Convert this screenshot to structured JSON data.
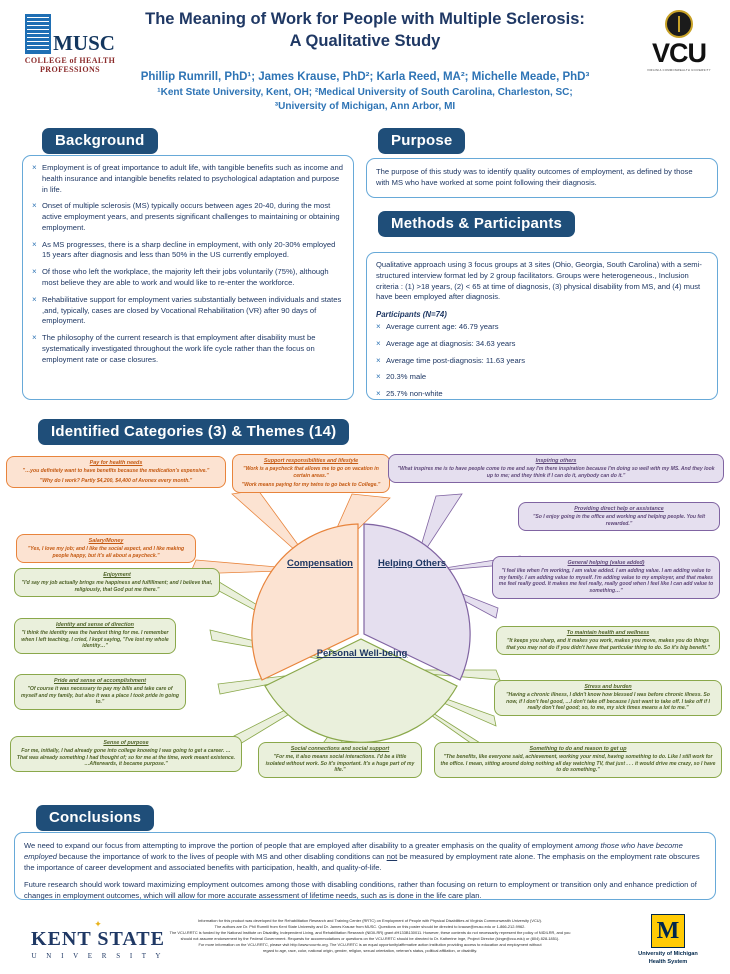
{
  "header": {
    "title_line1": "The Meaning of Work for People with Multiple Sclerosis:",
    "title_line2": "A Qualitative Study",
    "authors": "Phillip Rumrill, PhD¹; James Krause, PhD²; Karla Reed, MA²; Michelle Meade, PhD³",
    "affiliation_line1": "¹Kent State University, Kent, OH; ²Medical University of South Carolina, Charleston, SC;",
    "affiliation_line2": "³University of Michigan, Ann Arbor, MI",
    "musc_logo": {
      "word": "MUSC",
      "sub1": "COLLEGE of HEALTH",
      "sub2": "PROFESSIONS"
    },
    "vcu_logo": {
      "word": "VCU",
      "tagline": "VIRGINIA COMMONWEALTH UNIVERSITY"
    }
  },
  "background": {
    "heading": "Background",
    "bullets": [
      "Employment is of great importance to adult life, with tangible benefits such as income and health insurance and intangible benefits related to psychological adaptation and purpose in life.",
      "Onset of multiple sclerosis (MS) typically occurs between ages 20-40, during the most active employment years, and presents significant challenges to maintaining or obtaining employment.",
      "As MS progresses, there is a sharp decline in employment, with only 20-30% employed 15 years after diagnosis and less than 50% in the US currently employed.",
      "Of those who left the workplace, the majority left their jobs voluntarily (75%), although most believe they are able to work and would like to re-enter the workforce.",
      "Rehabilitative support for employment varies substantially between individuals and states ,and, typically, cases are closed by Vocational Rehabilitation (VR) after 90 days of employment.",
      "The philosophy of the current research is that employment after disability must be systematically investigated throughout the work life cycle rather than the focus on employment rate or case closures."
    ]
  },
  "purpose": {
    "heading": "Purpose",
    "body": "The purpose of this study was to identify quality outcomes of employment, as defined by those with MS who have worked at some point following their diagnosis."
  },
  "methods": {
    "heading": "Methods & Participants",
    "body": "Qualitative approach using 3 focus groups at 3 sites (Ohio, Georgia, South Carolina) with a semi-structured interview format led by 2 group facilitators. Groups were heterogeneous., Inclusion criteria : (1) >18 years, (2) < 65 at time of diagnosis, (3) physical disability from MS, and (4) must have been employed after diagnosis.",
    "participants_heading": "Participants (N=74)",
    "participants": [
      "Average current age: 46.79 years",
      "Average age at diagnosis: 34.63 years",
      "Average time post-diagnosis: 11.63 years",
      "20.3% male",
      "25.7% non-white"
    ]
  },
  "categories": {
    "heading": "Identified Categories (3) & Themes (14)",
    "cores": [
      {
        "label": "Compensation",
        "color": "#E8843C"
      },
      {
        "label": "Helping Others",
        "color": "#8064A2"
      },
      {
        "label": "Personal Well-being",
        "color": "#8AA84B"
      }
    ],
    "themes": [
      {
        "category": "Compensation",
        "title": "Pay for health needs",
        "quotes": [
          "\"…you definitely want to have benefits because the medication's expensive.\"",
          "\"Why do I work?  Partly $4,200, $4,400 of Avonex every month.\""
        ]
      },
      {
        "category": "Compensation",
        "title": "Support responsibilities and lifestyle",
        "quotes": [
          "\"Work is a paycheck that allows me to go on vacation in certain areas.\"",
          "\"Work means paying for my twins to go back to College.\""
        ]
      },
      {
        "category": "Compensation",
        "title": "Salary/Money",
        "quotes": [
          "\"Yes, I love my job; and I like the social aspect, and I like making people happy, but it's all about a paycheck.\""
        ]
      },
      {
        "category": "Helping Others",
        "title": "Inspiring others",
        "quotes": [
          "\"What inspires me is to have people come to me and say I'm there inspiration because I'm doing so well with my MS.  And they look up to me; and they think if I can do it, anybody can do it.\""
        ]
      },
      {
        "category": "Helping Others",
        "title": "Providing direct help or assistance",
        "quotes": [
          "\"So I enjoy going in the office and working and helping people. You felt rewarded.\""
        ]
      },
      {
        "category": "Helping Others",
        "title": "General helping (value added)",
        "quotes": [
          "\"I feel like when I'm working, I am value added.  I am adding value.  I am adding value to my family.  I am adding value to myself.  I'm adding value to my employer, and that makes me feel really good.  It makes me feel really, really good when I feel like I can add value to something…\""
        ]
      },
      {
        "category": "Personal Well-being",
        "title": "Enjoyment",
        "quotes": [
          "\"I'd say my job actually brings me happiness and fulfillment; and I believe that, religiously, that God put me there.\""
        ]
      },
      {
        "category": "Personal Well-being",
        "title": "Identity and sense of direction",
        "quotes": [
          "\"I think the identity was the hardest thing for me.  I remember when I left teaching, I cried, I kept saying, \"I've lost my whole identity…\""
        ]
      },
      {
        "category": "Personal Well-being",
        "title": "Pride and sense of accomplishment",
        "quotes": [
          "\"Of course it was necessary to pay my bills and take care of myself and my family, but also it was a place I took pride in going to.\""
        ]
      },
      {
        "category": "Personal Well-being",
        "title": "Sense of purpose",
        "quotes": [
          "For me, initially, I had already gone into college knowing I was going to get a career.  …That was already something I had thought of; so for me at the time, work meant existence.  …Afterwards, it became purpose.\""
        ]
      },
      {
        "category": "Personal Well-being",
        "title": "Social connections and social support",
        "quotes": [
          "\"For me, it also means social interactions.  I'd be a little isolated without work.  So it's important.  It's a huge part of my life.\""
        ]
      },
      {
        "category": "Personal Well-being",
        "title": "To maintain health and wellness",
        "quotes": [
          "\"It keeps you sharp, and it makes you work, makes you move, makes you do things that you may not do if you didn't have that particular thing to do.  So it's big benefit.\""
        ]
      },
      {
        "category": "Personal Well-being",
        "title": "Stress and burden",
        "quotes": [
          "\"Having a chronic illness, I didn't know how blessed I was before chronic illness.  So now, if I don't feel good, …I don't take off because I just want to take off.  I take off if I really don't feel good; so, to me, my sick times means a lot to me.\""
        ]
      },
      {
        "category": "Personal Well-being",
        "title": "Something to do and reason to get up",
        "quotes": [
          "\"The benefits, like everyone said, achievement, working your mind, having something to do. Like I still work for the office.  I mean, sitting around doing nothing all day watching TV, that just . . . it would drive me crazy, so I have to do something.\""
        ]
      }
    ]
  },
  "conclusions": {
    "heading": "Conclusions",
    "paragraph1_a": "We need to expand our focus from attempting to improve the portion of people that are employed after disability to a greater emphasis on the quality of employment ",
    "paragraph1_i": "among those who have become employed",
    "paragraph1_b": " because the importance of work to the lives of people with MS and other disabling conditions can ",
    "paragraph1_u": "not",
    "paragraph1_c": " be measured by employment rate alone. The emphasis on the employment rate obscures the importance of career development and associated benefits with participation, health, and quality-of-life.",
    "paragraph2": "Future research should work toward maximizing employment outcomes among those with disabling conditions, rather than focusing on return to employment or transition only and enhance prediction of changes in employment outcomes, which will allow for more accurate assessment of lifetime needs, such as is done in the life care plan."
  },
  "footer": {
    "kent_state": {
      "main": "KENT STATE",
      "sub": "U N I V E R S I T Y"
    },
    "michigan": {
      "mark": "M",
      "line1": "University of Michigan",
      "line2": "Health System"
    },
    "fine_print_lines": [
      "Information for this product was developed for the Rehabilitation Research and Training Center (RRTC) on Employment of People with Physical Disabilities at Virginia Commonwealth University (VCU).",
      "The authors  are Dr. Phil Rumrill from Kent State University and Dr. James Krause from MUSC. Questions on this poster should be directed to krause@musc.edu or 1-866-212-9962.",
      "The VCU-RRTC is funded by the National Institute on Disability, Independent Living, and Rehabilitation Research (NIDILRR) grant #H133B130011.  However, these contents do not necessarily represent the policy of NIDILRR, and you",
      "should not assume endorsement by the Federal Government.  Requests for accommodations or questions on the VCU-RRTC should be directed to Dr. Katherine Inge, Project Director (kinge@vcu.edu) or (804) 828-1851).",
      "For more information on the VCU-RRTC, please visit http://www.vcurrtc.org.  The VCU-RRTC is an equal opportunity/affirmative action institution providing access to education and employment without",
      "regard to age, race, color, national origin, gender, religion, sexual orientation, veteran's status, political affiliation, or disability."
    ]
  }
}
